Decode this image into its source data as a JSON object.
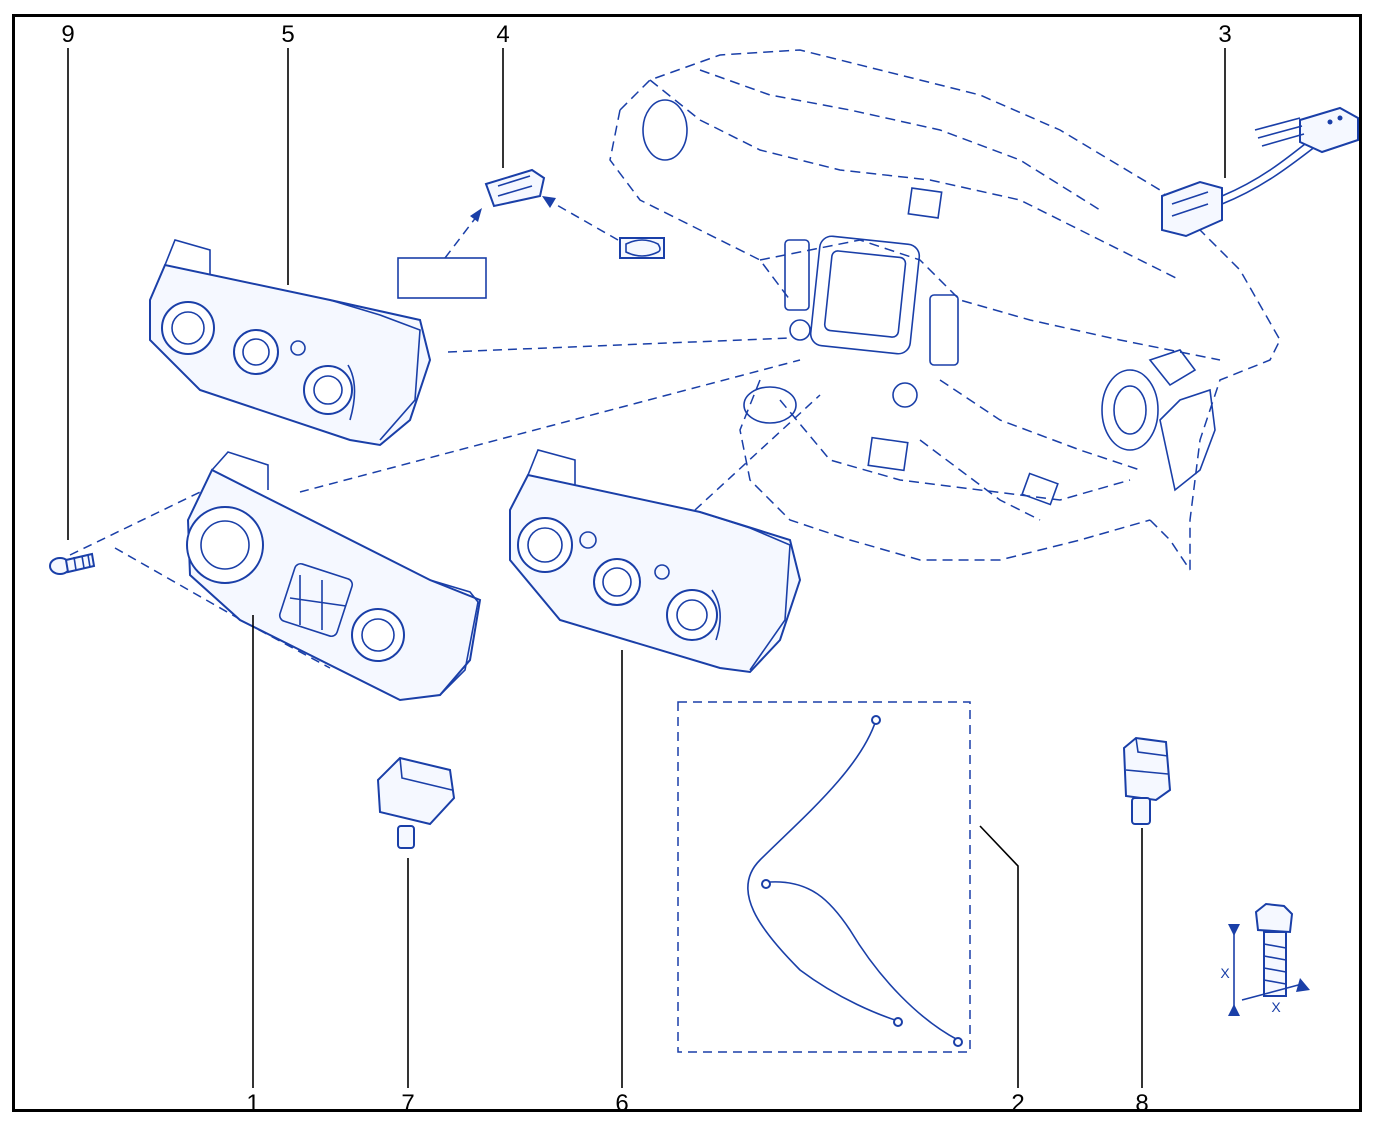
{
  "callouts": [
    {
      "id": "label-9",
      "text": "9"
    },
    {
      "id": "label-5",
      "text": "5"
    },
    {
      "id": "label-4",
      "text": "4"
    },
    {
      "id": "label-3",
      "text": "3"
    },
    {
      "id": "label-1",
      "text": "1"
    },
    {
      "id": "label-7",
      "text": "7"
    },
    {
      "id": "label-6",
      "text": "6"
    },
    {
      "id": "label-2",
      "text": "2"
    },
    {
      "id": "label-8",
      "text": "8"
    }
  ],
  "torque_symbol": {
    "dimension_a": "X",
    "dimension_b": "X"
  },
  "colors": {
    "line": "#1a3fa8",
    "frame": "#000000",
    "background": "#ffffff"
  }
}
